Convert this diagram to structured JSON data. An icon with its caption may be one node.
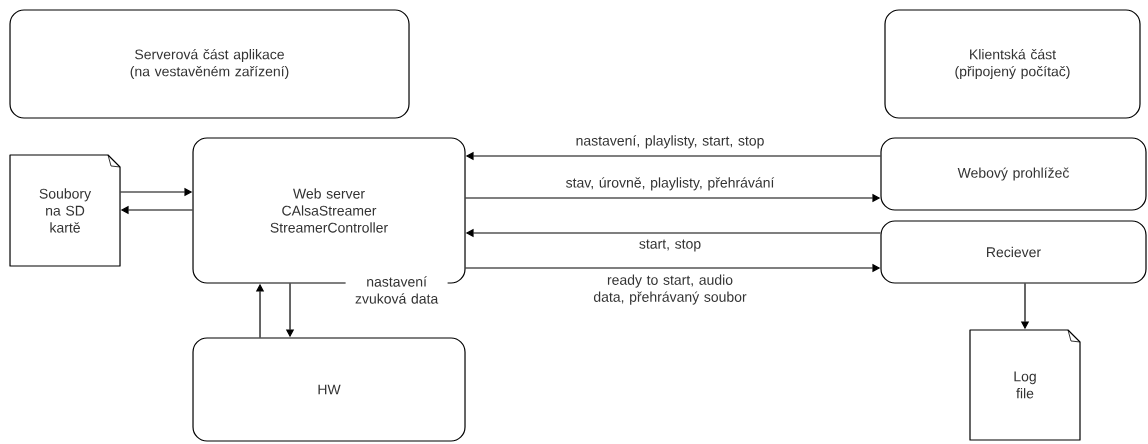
{
  "diagram": {
    "nodes": [
      {
        "text": [
          "Serverová část aplikace (na vestavěném zařízení)"
        ]
      },
      {
        "text": [
          "Klientská část (připojený počítač)"
        ]
      },
      {
        "text": [
          "Soubory na SD kartě"
        ]
      },
      {
        "text": [
          "Web server CAlsaStreamer StreamerController"
        ]
      },
      {
        "text": [
          "Webový prohlížeč"
        ]
      },
      {
        "text": [
          "Reciever"
        ]
      },
      {
        "text": [
          "HW"
        ]
      },
      {
        "text": [
          "Log file"
        ]
      }
    ],
    "edges": [
      {
        "from": 2,
        "to": 3,
        "arrow": "to"
      },
      {
        "from": 3,
        "to": 2,
        "arrow": "to"
      },
      {
        "from": 4,
        "to": 3,
        "arrow": "to",
        "label": "nastavení, playlisty, start, stop"
      },
      {
        "from": 3,
        "to": 4,
        "arrow": "to",
        "label": "stav, úrovně, playlisty, přehrávání"
      },
      {
        "from": 5,
        "to": 3,
        "arrow": "to",
        "label": "start, stop"
      },
      {
        "from": 3,
        "to": 5,
        "arrow": "to",
        "label": "ready to start, audio data, přehrávaný soubor"
      },
      {
        "from": 6,
        "to": 3,
        "arrow": "to"
      },
      {
        "from": 3,
        "to": 6,
        "arrow": "to",
        "label": "nastavení zvuková data"
      },
      {
        "from": 5,
        "to": 7,
        "arrow": "to"
      }
    ]
  }
}
